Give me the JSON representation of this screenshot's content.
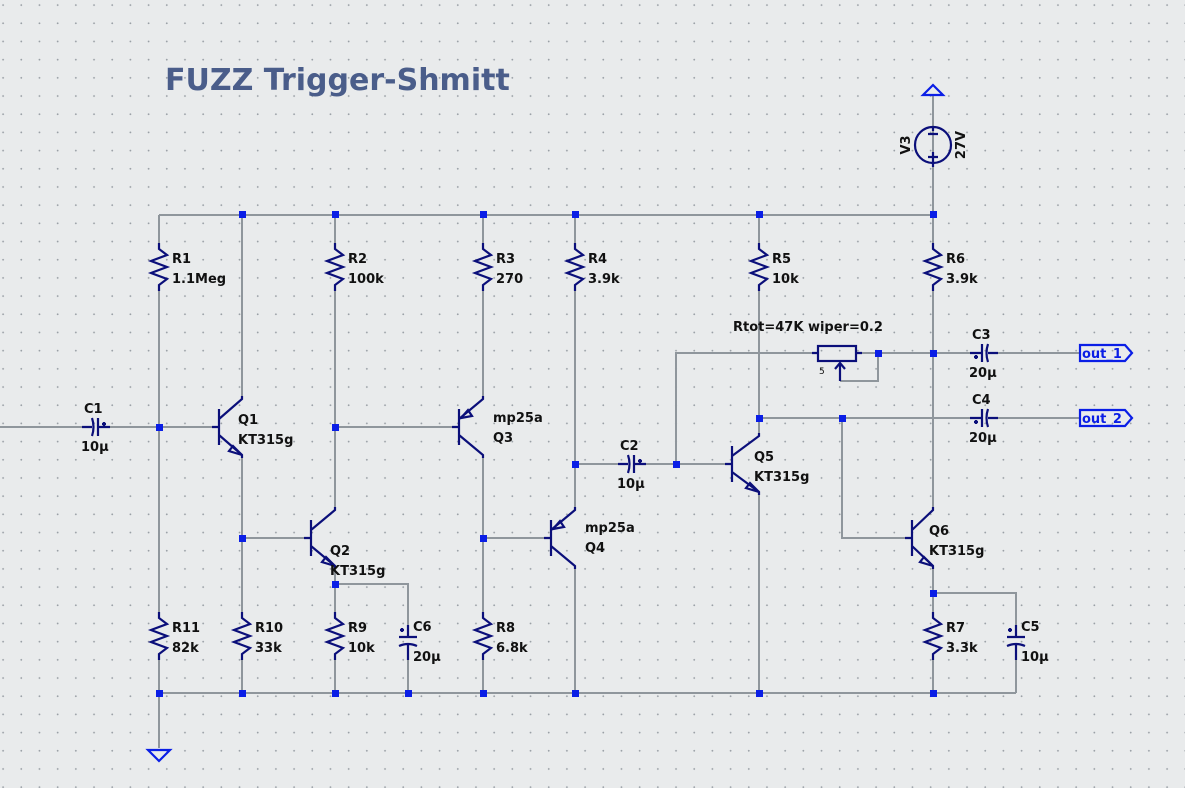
{
  "title": "FUZZ Trigger-Shmitt",
  "supply": {
    "name": "V3",
    "value": "27V"
  },
  "resistors": [
    {
      "name": "R1",
      "value": "1.1Meg"
    },
    {
      "name": "R2",
      "value": "100k"
    },
    {
      "name": "R3",
      "value": "270"
    },
    {
      "name": "R4",
      "value": "3.9k"
    },
    {
      "name": "R5",
      "value": "10k"
    },
    {
      "name": "R6",
      "value": "3.9k"
    },
    {
      "name": "R7",
      "value": "3.3k"
    },
    {
      "name": "R8",
      "value": "6.8k"
    },
    {
      "name": "R9",
      "value": "10k"
    },
    {
      "name": "R10",
      "value": "33k"
    },
    {
      "name": "R11",
      "value": "82k"
    }
  ],
  "capacitors": [
    {
      "name": "C1",
      "value": "10µ"
    },
    {
      "name": "C2",
      "value": "10µ"
    },
    {
      "name": "C3",
      "value": "20µ"
    },
    {
      "name": "C4",
      "value": "20µ"
    },
    {
      "name": "C5",
      "value": "10µ"
    },
    {
      "name": "C6",
      "value": "20µ"
    }
  ],
  "transistors": [
    {
      "name": "Q1",
      "model": "KT315g",
      "type": "npn"
    },
    {
      "name": "Q2",
      "model": "KT315g",
      "type": "npn"
    },
    {
      "name": "Q3",
      "model": "mp25a",
      "type": "pnp"
    },
    {
      "name": "Q4",
      "model": "mp25a",
      "type": "pnp"
    },
    {
      "name": "Q5",
      "model": "KT315g",
      "type": "npn"
    },
    {
      "name": "Q6",
      "model": "KT315g",
      "type": "npn"
    }
  ],
  "potentiometer": {
    "params": "Rtot=47K wiper=0.2",
    "pin_label": "5"
  },
  "net_labels": {
    "out1": "out_1",
    "out2": "out_2"
  },
  "colors": {
    "wire": "#8f969c",
    "symbol": "#0b0f7a",
    "junction": "#0a1ee6",
    "title": "#4a5d8a",
    "background": "#e9ebec"
  }
}
